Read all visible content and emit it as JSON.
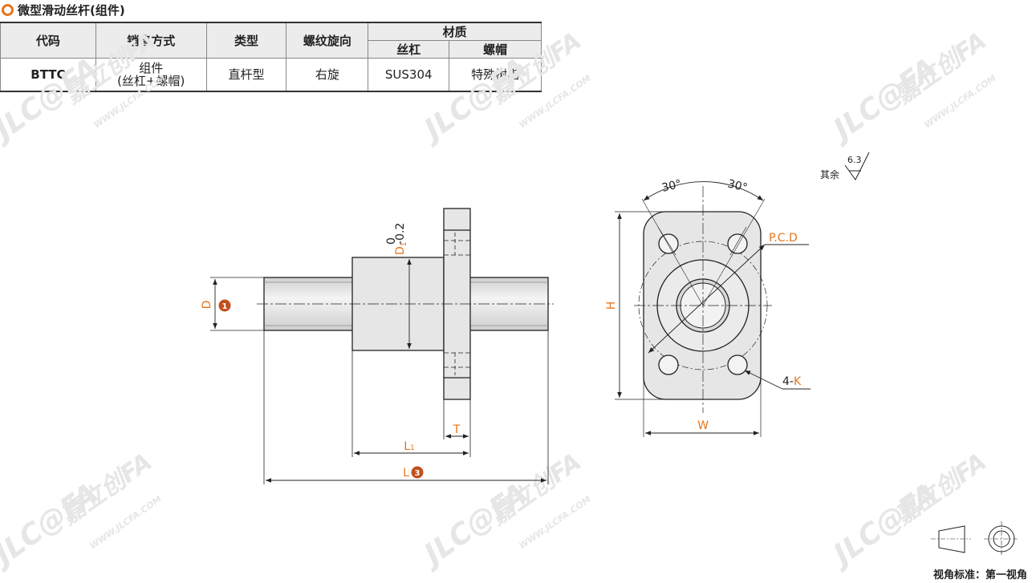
{
  "header": {
    "title": "微型滑动丝杆(组件)"
  },
  "table": {
    "col_code": "代码",
    "col_sales": "销售方式",
    "col_type": "类型",
    "col_thread_dir": "螺纹旋向",
    "col_material": "材质",
    "col_screw": "丝杠",
    "col_nut": "螺帽",
    "row": {
      "code": "BTTC",
      "sales_line1": "组件",
      "sales_line2": "(丝杠+螺帽)",
      "type": "直杆型",
      "thread_dir": "右旋",
      "screw_material": "SUS304",
      "nut_material": "特殊树脂"
    }
  },
  "drawing": {
    "dim_D": "D",
    "badge_1": "1",
    "dim_D1": "D",
    "dim_D1_sub": "1",
    "dim_D1_tol_upper": "0",
    "dim_D1_tol_lower": "-0.2",
    "dim_T": "T",
    "dim_L1": "L",
    "dim_L1_sub": "1",
    "dim_L": "L",
    "badge_3": "3",
    "angle_left": "30°",
    "angle_right": "30°",
    "pcd": "P.C.D",
    "dim_H": "H",
    "dim_W": "W",
    "holes_count": "4-",
    "holes_K": "K",
    "surface_value": "6.3",
    "surface_prefix": "其余"
  },
  "watermark": {
    "brand": "JLC@FA",
    "brand_cn": "嘉立创FA",
    "url": "WWW.JLCFA.COM"
  },
  "footer": {
    "projection": "视角标准：第一视角"
  },
  "colors": {
    "accent": "#e8751a",
    "code_blue": "#2e6fa3",
    "line": "#222222",
    "fill_gray": "#e4e4e4"
  }
}
